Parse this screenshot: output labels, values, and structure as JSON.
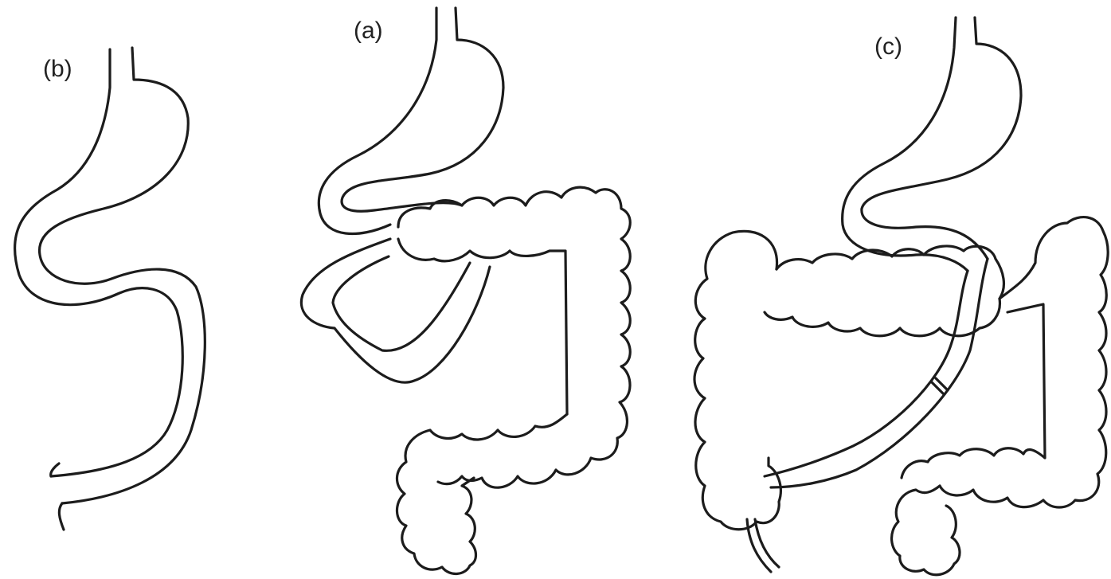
{
  "figure": {
    "panels": [
      {
        "id": "b",
        "label": "(b)"
      },
      {
        "id": "a",
        "label": "(a)"
      },
      {
        "id": "c",
        "label": "(c)"
      }
    ]
  }
}
